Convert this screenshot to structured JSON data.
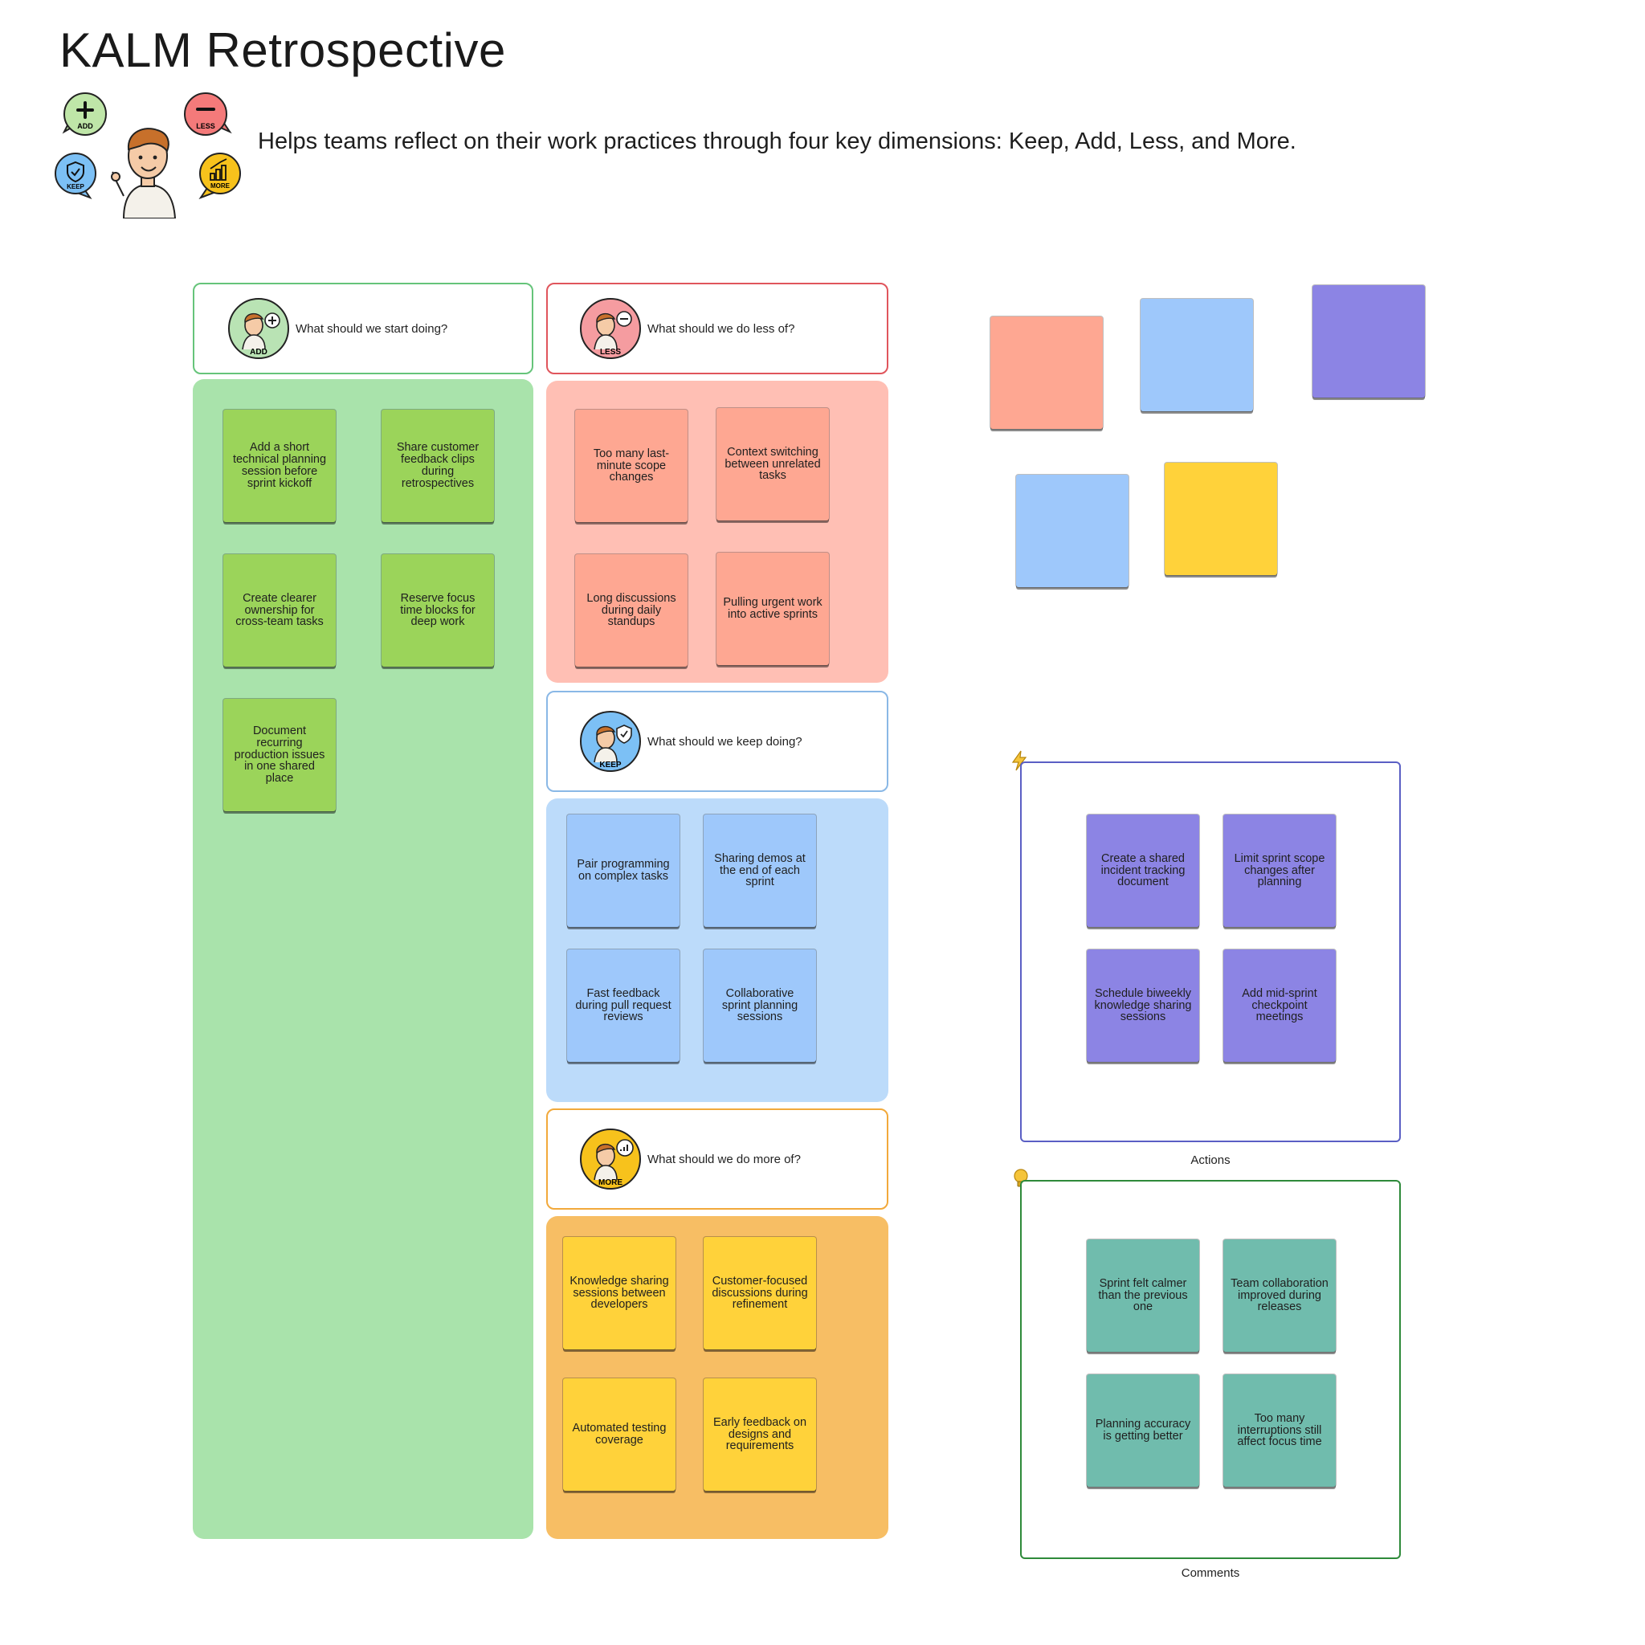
{
  "board": {
    "title": "KALM Retrospective",
    "description": "Helps teams reflect on their work practices through four key dimensions: Keep, Add, Less, and More.",
    "hero_bubbles": {
      "add": "ADD",
      "less": "LESS",
      "keep": "KEEP",
      "more": "MORE"
    }
  },
  "columns": {
    "add": {
      "badge": "ADD",
      "question": "What should we start doing?",
      "accent": "#66c47a",
      "panel_color": "#a9e3ab",
      "notes": [
        "Add a short technical planning session before sprint kickoff",
        "Share customer feedback clips during retrospectives",
        "Create clearer ownership for cross-team tasks",
        "Reserve focus time blocks for deep work",
        "Document recurring production issues in one shared place"
      ]
    },
    "less": {
      "badge": "LESS",
      "question": "What should we do less of?",
      "accent": "#e0555c",
      "panel_color": "#ffbfb4",
      "notes": [
        "Too many last-minute scope changes",
        "Context switching between unrelated tasks",
        "Long discussions during daily standups",
        "Pulling urgent work into active sprints"
      ]
    },
    "keep": {
      "badge": "KEEP",
      "question": "What should we keep doing?",
      "accent": "#8ab8e6",
      "panel_color": "#bcdbfa",
      "notes": [
        "Pair programming on complex tasks",
        "Sharing demos at the end of each sprint",
        "Fast feedback during pull request reviews",
        "Collaborative sprint planning sessions"
      ]
    },
    "more": {
      "badge": "MORE",
      "question": "What should we do more of?",
      "accent": "#f2a93b",
      "panel_color": "#f7be64",
      "notes": [
        "Knowledge sharing sessions between developers",
        "Customer-focused discussions during refinement",
        "Automated testing coverage",
        "Early feedback on designs and requirements"
      ]
    }
  },
  "blank_notes": [
    {
      "color": "#fea792"
    },
    {
      "color": "#9ec8fb"
    },
    {
      "color": "#8c84e4"
    },
    {
      "color": "#9ec8fb"
    },
    {
      "color": "#ffd23a"
    }
  ],
  "frames": {
    "actions": {
      "label": "Actions",
      "icon": "lightning-icon",
      "border": "#5a5fc4",
      "notes": [
        "Create a shared incident tracking document",
        "Limit sprint scope changes after planning",
        "Schedule biweekly knowledge sharing sessions",
        "Add mid-sprint checkpoint meetings"
      ]
    },
    "comments": {
      "label": "Comments",
      "icon": "lightbulb-icon",
      "border": "#2e8a3a",
      "notes": [
        "Sprint felt calmer than the previous one",
        "Team collaboration improved during releases",
        "Planning accuracy is getting better",
        "Too many interruptions still affect focus time"
      ]
    }
  }
}
